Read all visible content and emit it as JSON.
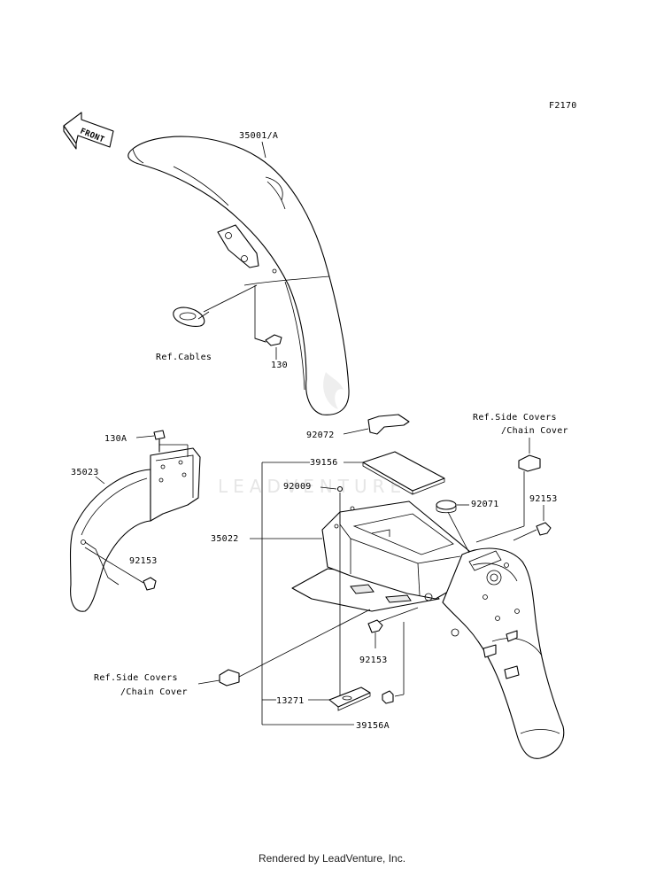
{
  "diagram_code": "F2170",
  "front_arrow": "FRONT",
  "watermark": "LEADVENTURE",
  "labels": {
    "p35001a": "35001/A",
    "ref_cables": "Ref.Cables",
    "p130": "130",
    "p92072": "92072",
    "ref_side_covers_top_1": "Ref.Side Covers",
    "ref_side_covers_top_2": "/Chain Cover",
    "p130a": "130A",
    "p35023": "35023",
    "p39156": "39156",
    "p92009": "92009",
    "p92071": "92071",
    "p92153_right": "92153",
    "p35022": "35022",
    "p92153_left": "92153",
    "p92153_center": "92153",
    "ref_side_covers_bottom_1": "Ref.Side Covers",
    "ref_side_covers_bottom_2": "/Chain Cover",
    "p13271": "13271",
    "p39156a": "39156A"
  },
  "footer": "Rendered by LeadVenture, Inc."
}
